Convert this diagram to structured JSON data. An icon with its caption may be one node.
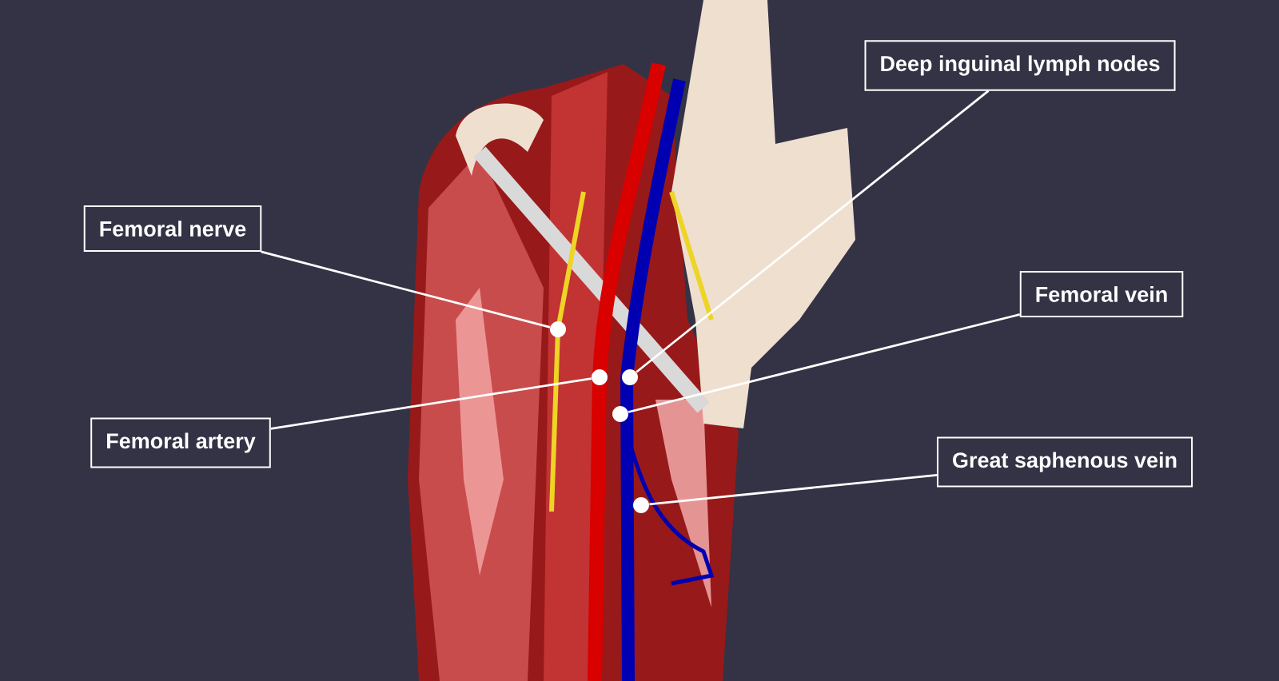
{
  "diagram": {
    "nodes": [
      {
        "text": [
          "Deep inguinal lymph nodes"
        ]
      },
      {
        "text": [
          "Femoral nerve"
        ]
      },
      {
        "text": [
          "Femoral vein"
        ]
      },
      {
        "text": [
          "Femoral artery"
        ]
      },
      {
        "text": [
          "Great saphenous vein"
        ]
      },
      {
        "text": [],
        "shape": "circle"
      },
      {
        "text": [],
        "shape": "circle"
      },
      {
        "text": [],
        "shape": "circle"
      },
      {
        "text": [],
        "shape": "circle"
      },
      {
        "text": [],
        "shape": "circle"
      }
    ],
    "edges": [
      {
        "from": 0,
        "to": 5,
        "arrow": "none"
      },
      {
        "from": 1,
        "to": 6,
        "arrow": "none"
      },
      {
        "from": 2,
        "to": 7,
        "arrow": "none"
      },
      {
        "from": 3,
        "to": 8,
        "arrow": "none"
      },
      {
        "from": 4,
        "to": 9,
        "arrow": "none"
      }
    ]
  }
}
